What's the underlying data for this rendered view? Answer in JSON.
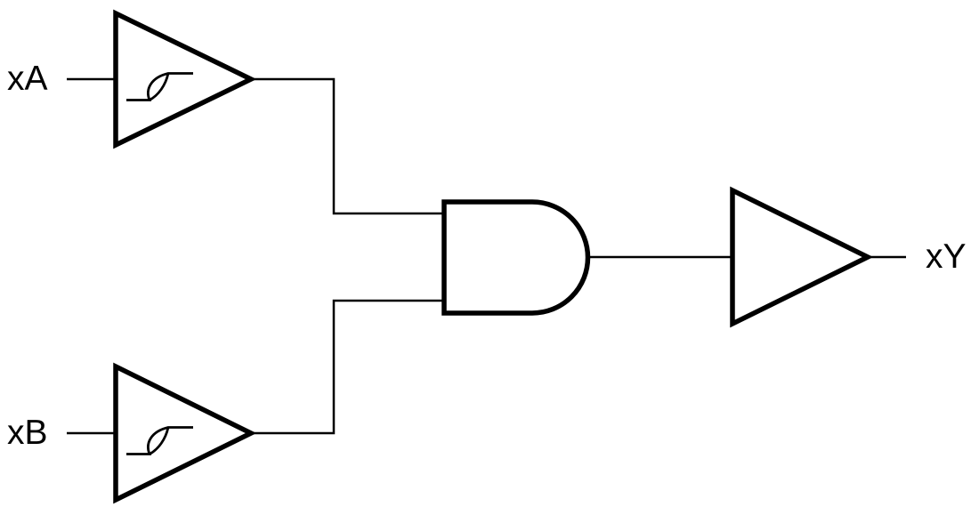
{
  "diagram": {
    "type": "logic-circuit-schematic",
    "description": "Two Schmitt-trigger input buffers feeding a 2-input AND gate followed by an output buffer",
    "colors": {
      "background": "#ffffff",
      "line": "#000000"
    },
    "inputs": [
      {
        "label": "xA"
      },
      {
        "label": "xB"
      }
    ],
    "output": {
      "label": "xY"
    },
    "components": [
      {
        "name": "schmitt-buffer-a",
        "type": "buffer-with-schmitt-trigger-input",
        "symbol": "triangle-with-hysteresis-icon",
        "connects": "xA to AND gate upper input"
      },
      {
        "name": "schmitt-buffer-b",
        "type": "buffer-with-schmitt-trigger-input",
        "symbol": "triangle-with-hysteresis-icon",
        "connects": "xB to AND gate lower input"
      },
      {
        "name": "and-gate",
        "type": "and-gate-2-input",
        "symbol": "and-gate-shape",
        "connects": "buffer outputs to output buffer"
      },
      {
        "name": "output-buffer",
        "type": "buffer",
        "symbol": "triangle",
        "connects": "AND gate output to xY"
      }
    ]
  }
}
